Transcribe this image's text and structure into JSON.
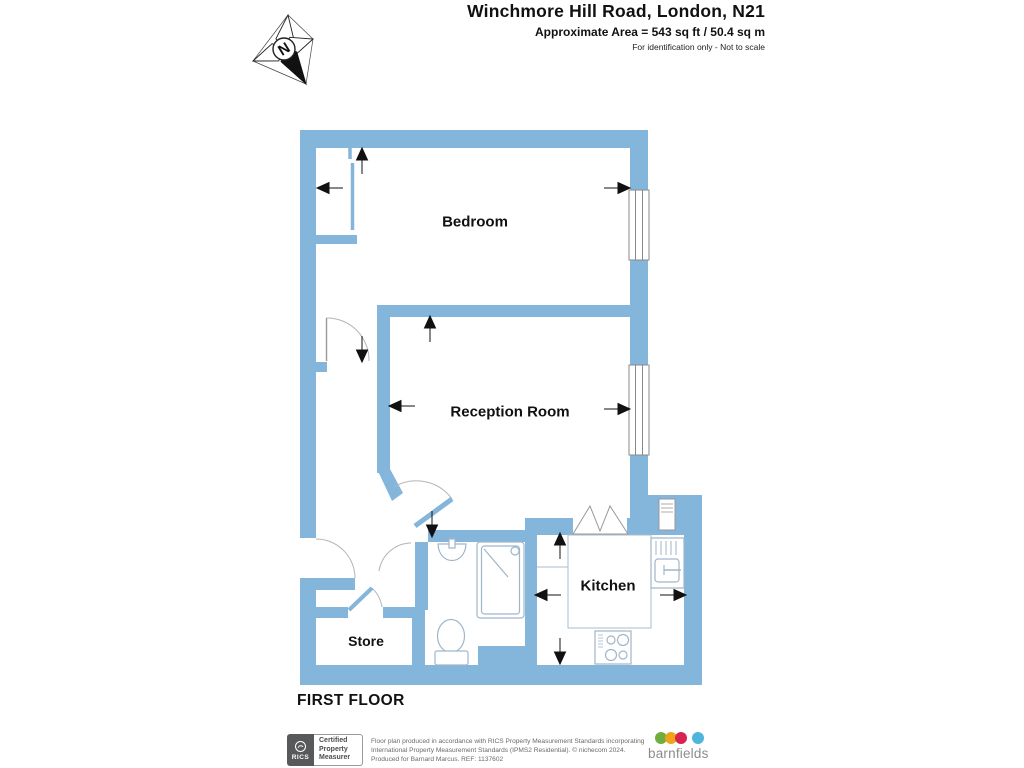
{
  "header": {
    "title": "Winchmore Hill Road, London, N21",
    "subtitle": "Approximate Area = 543 sq ft / 50.4 sq m",
    "note": "For identification only - Not to scale"
  },
  "compass": {
    "label": "N"
  },
  "plan": {
    "floor_label": "FIRST FLOOR",
    "rooms": [
      {
        "name": "Bedroom"
      },
      {
        "name": "Reception Room"
      },
      {
        "name": "Kitchen"
      },
      {
        "name": "Store"
      }
    ],
    "wall_color": "#84B5DB",
    "fixtures": [
      "bathroom-sink",
      "shower",
      "toilet",
      "kitchen-sink",
      "hob",
      "boiler-flue",
      "bifold-door"
    ]
  },
  "footer": {
    "rics": {
      "org": "RICS",
      "certification": [
        "Certified",
        "Property",
        "Measurer"
      ]
    },
    "disclaimer_lines": [
      "Floor plan produced in accordance with RICS Property Measurement Standards incorporating",
      "International Property Measurement Standards (IPMS2 Residential).   © nichecom 2024.",
      "Produced for Barnard Marcus.    REF: 1137602"
    ],
    "brand": "barnfields",
    "brand_dot_colors": [
      "#6FAE3E",
      "#F0A31A",
      "#D8234F",
      "#4FB5D9"
    ]
  }
}
